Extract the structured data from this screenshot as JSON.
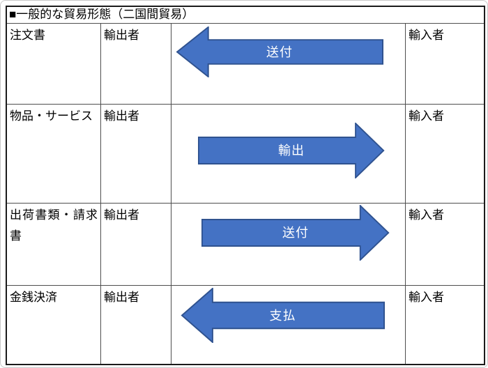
{
  "header": {
    "title": "■一般的な貿易形態（二国間貿易）"
  },
  "table": {
    "rows": [
      {
        "label": "注文書",
        "exporter": "輸出者",
        "arrow_label": "送付",
        "arrow_direction": "left",
        "importer": "輸入者"
      },
      {
        "label": "物品・サービス",
        "exporter": "輸出者",
        "arrow_label": "輸出",
        "arrow_direction": "right",
        "importer": "輸入者"
      },
      {
        "label": "出荷書類・請求書",
        "exporter": "輸出者",
        "arrow_label": "送付",
        "arrow_direction": "right",
        "importer": "輸入者"
      },
      {
        "label": "金銭決済",
        "exporter": "輸出者",
        "arrow_label": "支払",
        "arrow_direction": "left",
        "importer": "輸入者"
      }
    ]
  },
  "colors": {
    "arrow_fill": "#4472C4",
    "arrow_border": "#2F528F",
    "arrow_text": "#FFFFFF",
    "grid_line": "#4d4d4d",
    "outer_border": "#1a1a1a",
    "text": "#000000",
    "background": "#FFFFFF"
  }
}
